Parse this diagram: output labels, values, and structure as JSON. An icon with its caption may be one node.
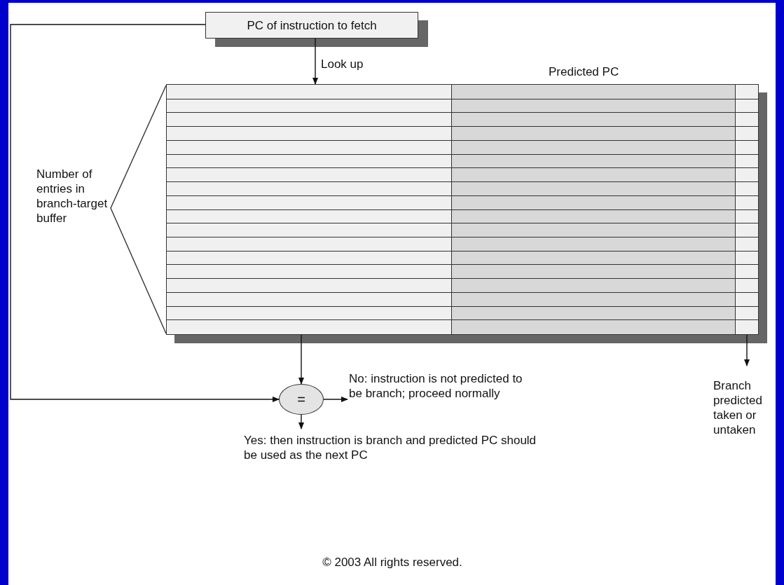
{
  "diagram": {
    "nodes": [
      {
        "text": [
          "PC of instruction to fetch"
        ]
      },
      {
        "text": [],
        "shape": "box"
      },
      {
        "text": [
          "="
        ]
      },
      {
        "text": [
          "No: instruction is not predicted to be branch; proceed normally"
        ]
      },
      {
        "text": [
          "Yes: then instruction is branch and predicted PC should be used as the next PC"
        ]
      },
      {
        "text": [
          "Branch predicted taken or untaken"
        ]
      }
    ],
    "edges": [
      {
        "from": 0,
        "to": 1,
        "arrow": "to",
        "label": "Look up"
      },
      {
        "from": 0,
        "to": 2,
        "arrow": "to"
      },
      {
        "from": 1,
        "to": 2,
        "arrow": "to"
      },
      {
        "from": 2,
        "to": 3,
        "arrow": "to"
      },
      {
        "from": 2,
        "to": 4,
        "arrow": "to"
      },
      {
        "from": 1,
        "to": 5,
        "arrow": "to"
      }
    ],
    "labels": [
      "Predicted PC",
      "Number of entries in branch-target buffer",
      "© 2003 All rights reserved."
    ]
  }
}
